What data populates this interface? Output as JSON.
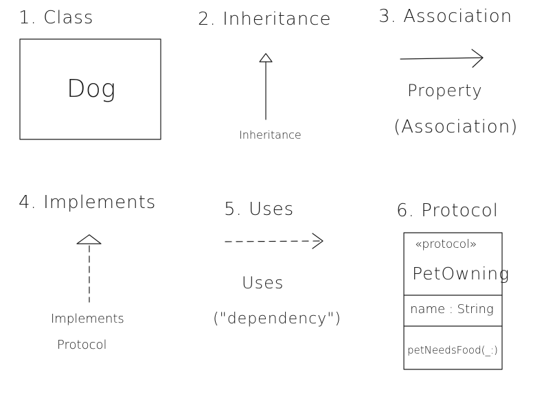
{
  "sections": {
    "class": {
      "heading": "1. Class",
      "box_label": "Dog"
    },
    "inheritance": {
      "heading": "2. Inheritance",
      "arrow_label": "Inheritance"
    },
    "association": {
      "heading": "3. Association",
      "label_line1": "Property",
      "label_line2": "(Association)"
    },
    "implements": {
      "heading": "4. Implements",
      "label_line1": "Implements",
      "label_line2": "Protocol"
    },
    "uses": {
      "heading": "5. Uses",
      "label_line1": "Uses",
      "label_line2": "(\"dependency\")"
    },
    "protocol": {
      "heading": "6. Protocol",
      "stereotype": "«protocol»",
      "name": "PetOwning",
      "attribute": "name : String",
      "method": "petNeedsFood(_:)"
    }
  },
  "colors": {
    "ink": "#1a1a1a",
    "background": "#ffffff"
  }
}
